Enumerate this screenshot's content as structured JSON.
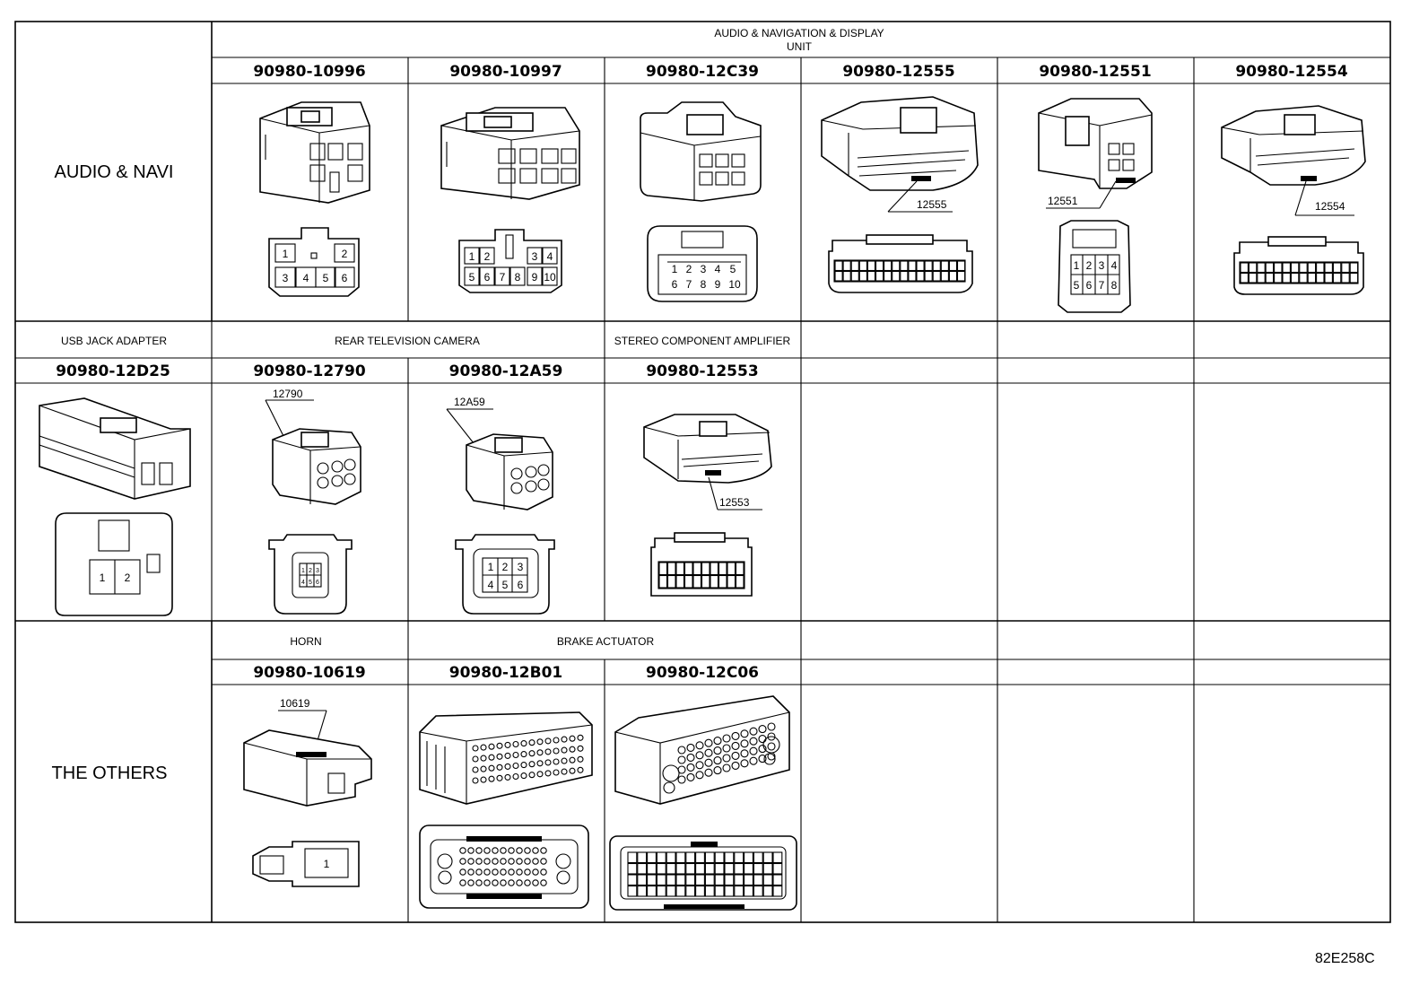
{
  "rows": [
    {
      "label": "AUDIO & NAVI",
      "groups": [
        {
          "title_lines": [
            "AUDIO & NAVIGATION & DISPLAY",
            "UNIT"
          ],
          "span": 6
        }
      ],
      "connectors": [
        {
          "part": "90980-10996",
          "pins_top": [
            "1",
            "2"
          ],
          "pins_bottom": [
            "3",
            "4",
            "5",
            "6"
          ]
        },
        {
          "part": "90980-10997",
          "pins_top": [
            "1",
            "2",
            "3",
            "4"
          ],
          "pins_bottom": [
            "5",
            "6",
            "7",
            "8",
            "9",
            "10"
          ]
        },
        {
          "part": "90980-12C39",
          "pins_top": [
            "1",
            "2",
            "3",
            "4",
            "5"
          ],
          "pins_bottom": [
            "6",
            "7",
            "8",
            "9",
            "10"
          ]
        },
        {
          "part": "90980-12555",
          "callout": "12555"
        },
        {
          "part": "90980-12551",
          "callout": "12551",
          "pins_top": [
            "1",
            "2",
            "3",
            "4"
          ],
          "pins_bottom": [
            "5",
            "6",
            "7",
            "8"
          ]
        },
        {
          "part": "90980-12554",
          "callout": "12554"
        }
      ]
    },
    {
      "label": "USB JACK ADAPTER",
      "groups": [
        {
          "title": "REAR TELEVISION CAMERA",
          "span": 2
        },
        {
          "title": "STEREO COMPONENT AMPLIFIER",
          "span": 1
        }
      ],
      "connectors": [
        {
          "part": "90980-12D25",
          "pins": [
            "1",
            "2"
          ]
        },
        {
          "part": "90980-12790",
          "callout": "12790",
          "pins_top": [
            "1",
            "2",
            "3"
          ],
          "pins_bottom": [
            "4",
            "5",
            "6"
          ]
        },
        {
          "part": "90980-12A59",
          "callout": "12A59",
          "pins_top": [
            "1",
            "2",
            "3"
          ],
          "pins_bottom": [
            "4",
            "5",
            "6"
          ]
        },
        {
          "part": "90980-12553",
          "callout": "12553"
        }
      ]
    },
    {
      "label": "THE OTHERS",
      "groups": [
        {
          "title": "HORN",
          "span": 1
        },
        {
          "title": "BRAKE ACTUATOR",
          "span": 2
        }
      ],
      "connectors": [
        {
          "part": "90980-10619",
          "callout": "10619",
          "pins": [
            "1"
          ]
        },
        {
          "part": "90980-12B01"
        },
        {
          "part": "90980-12C06"
        }
      ]
    }
  ],
  "figure_code": "82E258C"
}
